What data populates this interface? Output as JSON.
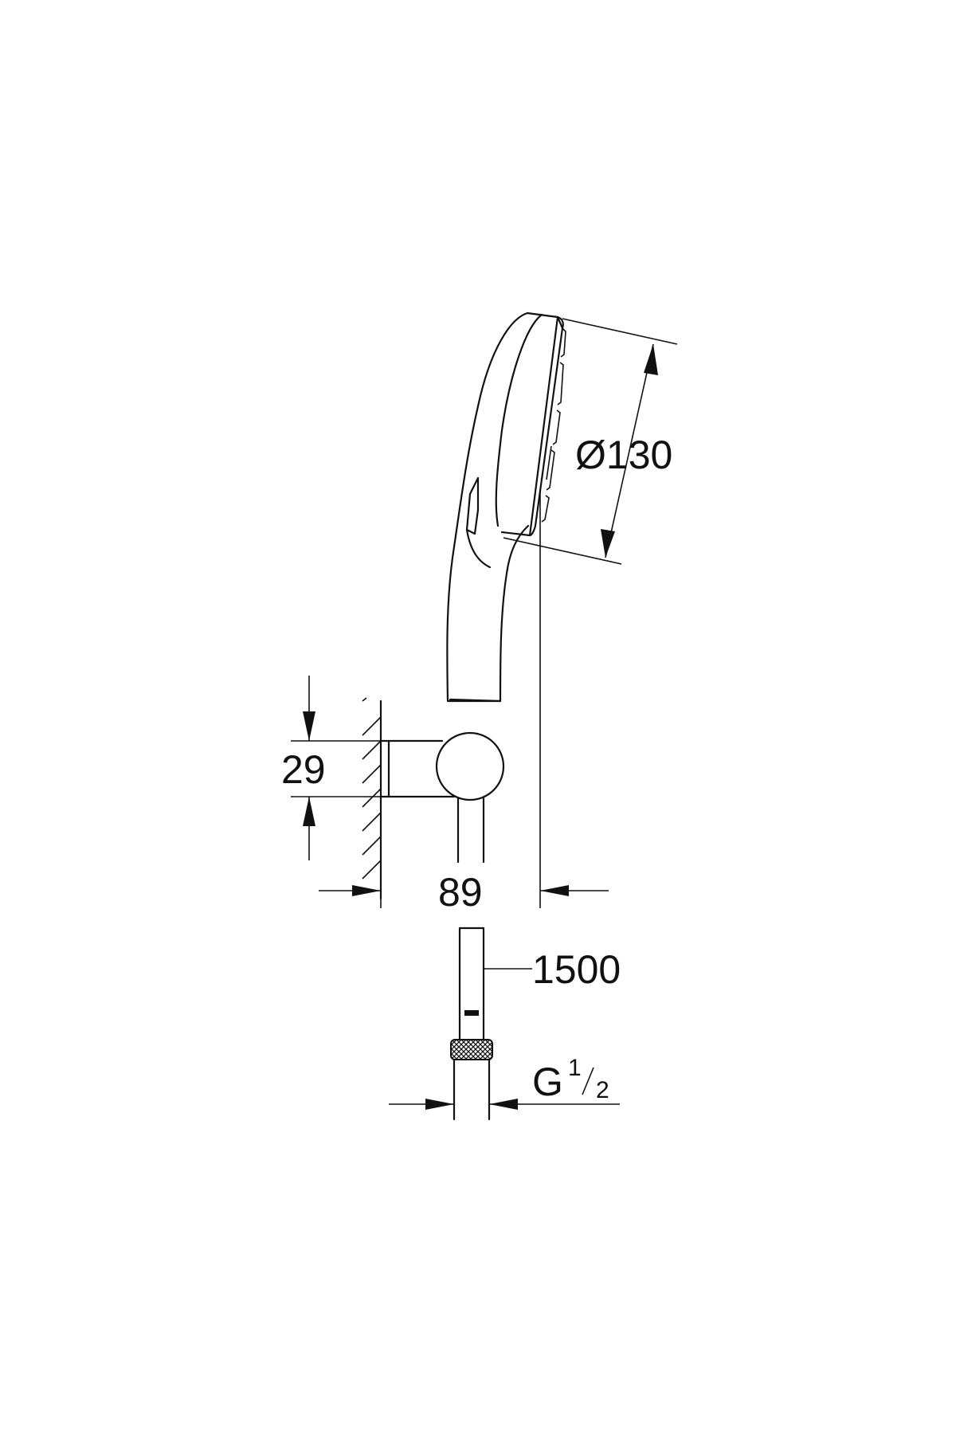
{
  "dimensions": {
    "head_diameter": "Ø130",
    "holder_height": "29",
    "projection": "89",
    "hose_length": "1500",
    "thread_letter": "G",
    "thread_num": "1",
    "thread_den": "2"
  },
  "colors": {
    "line": "#111111",
    "background": "#ffffff"
  }
}
